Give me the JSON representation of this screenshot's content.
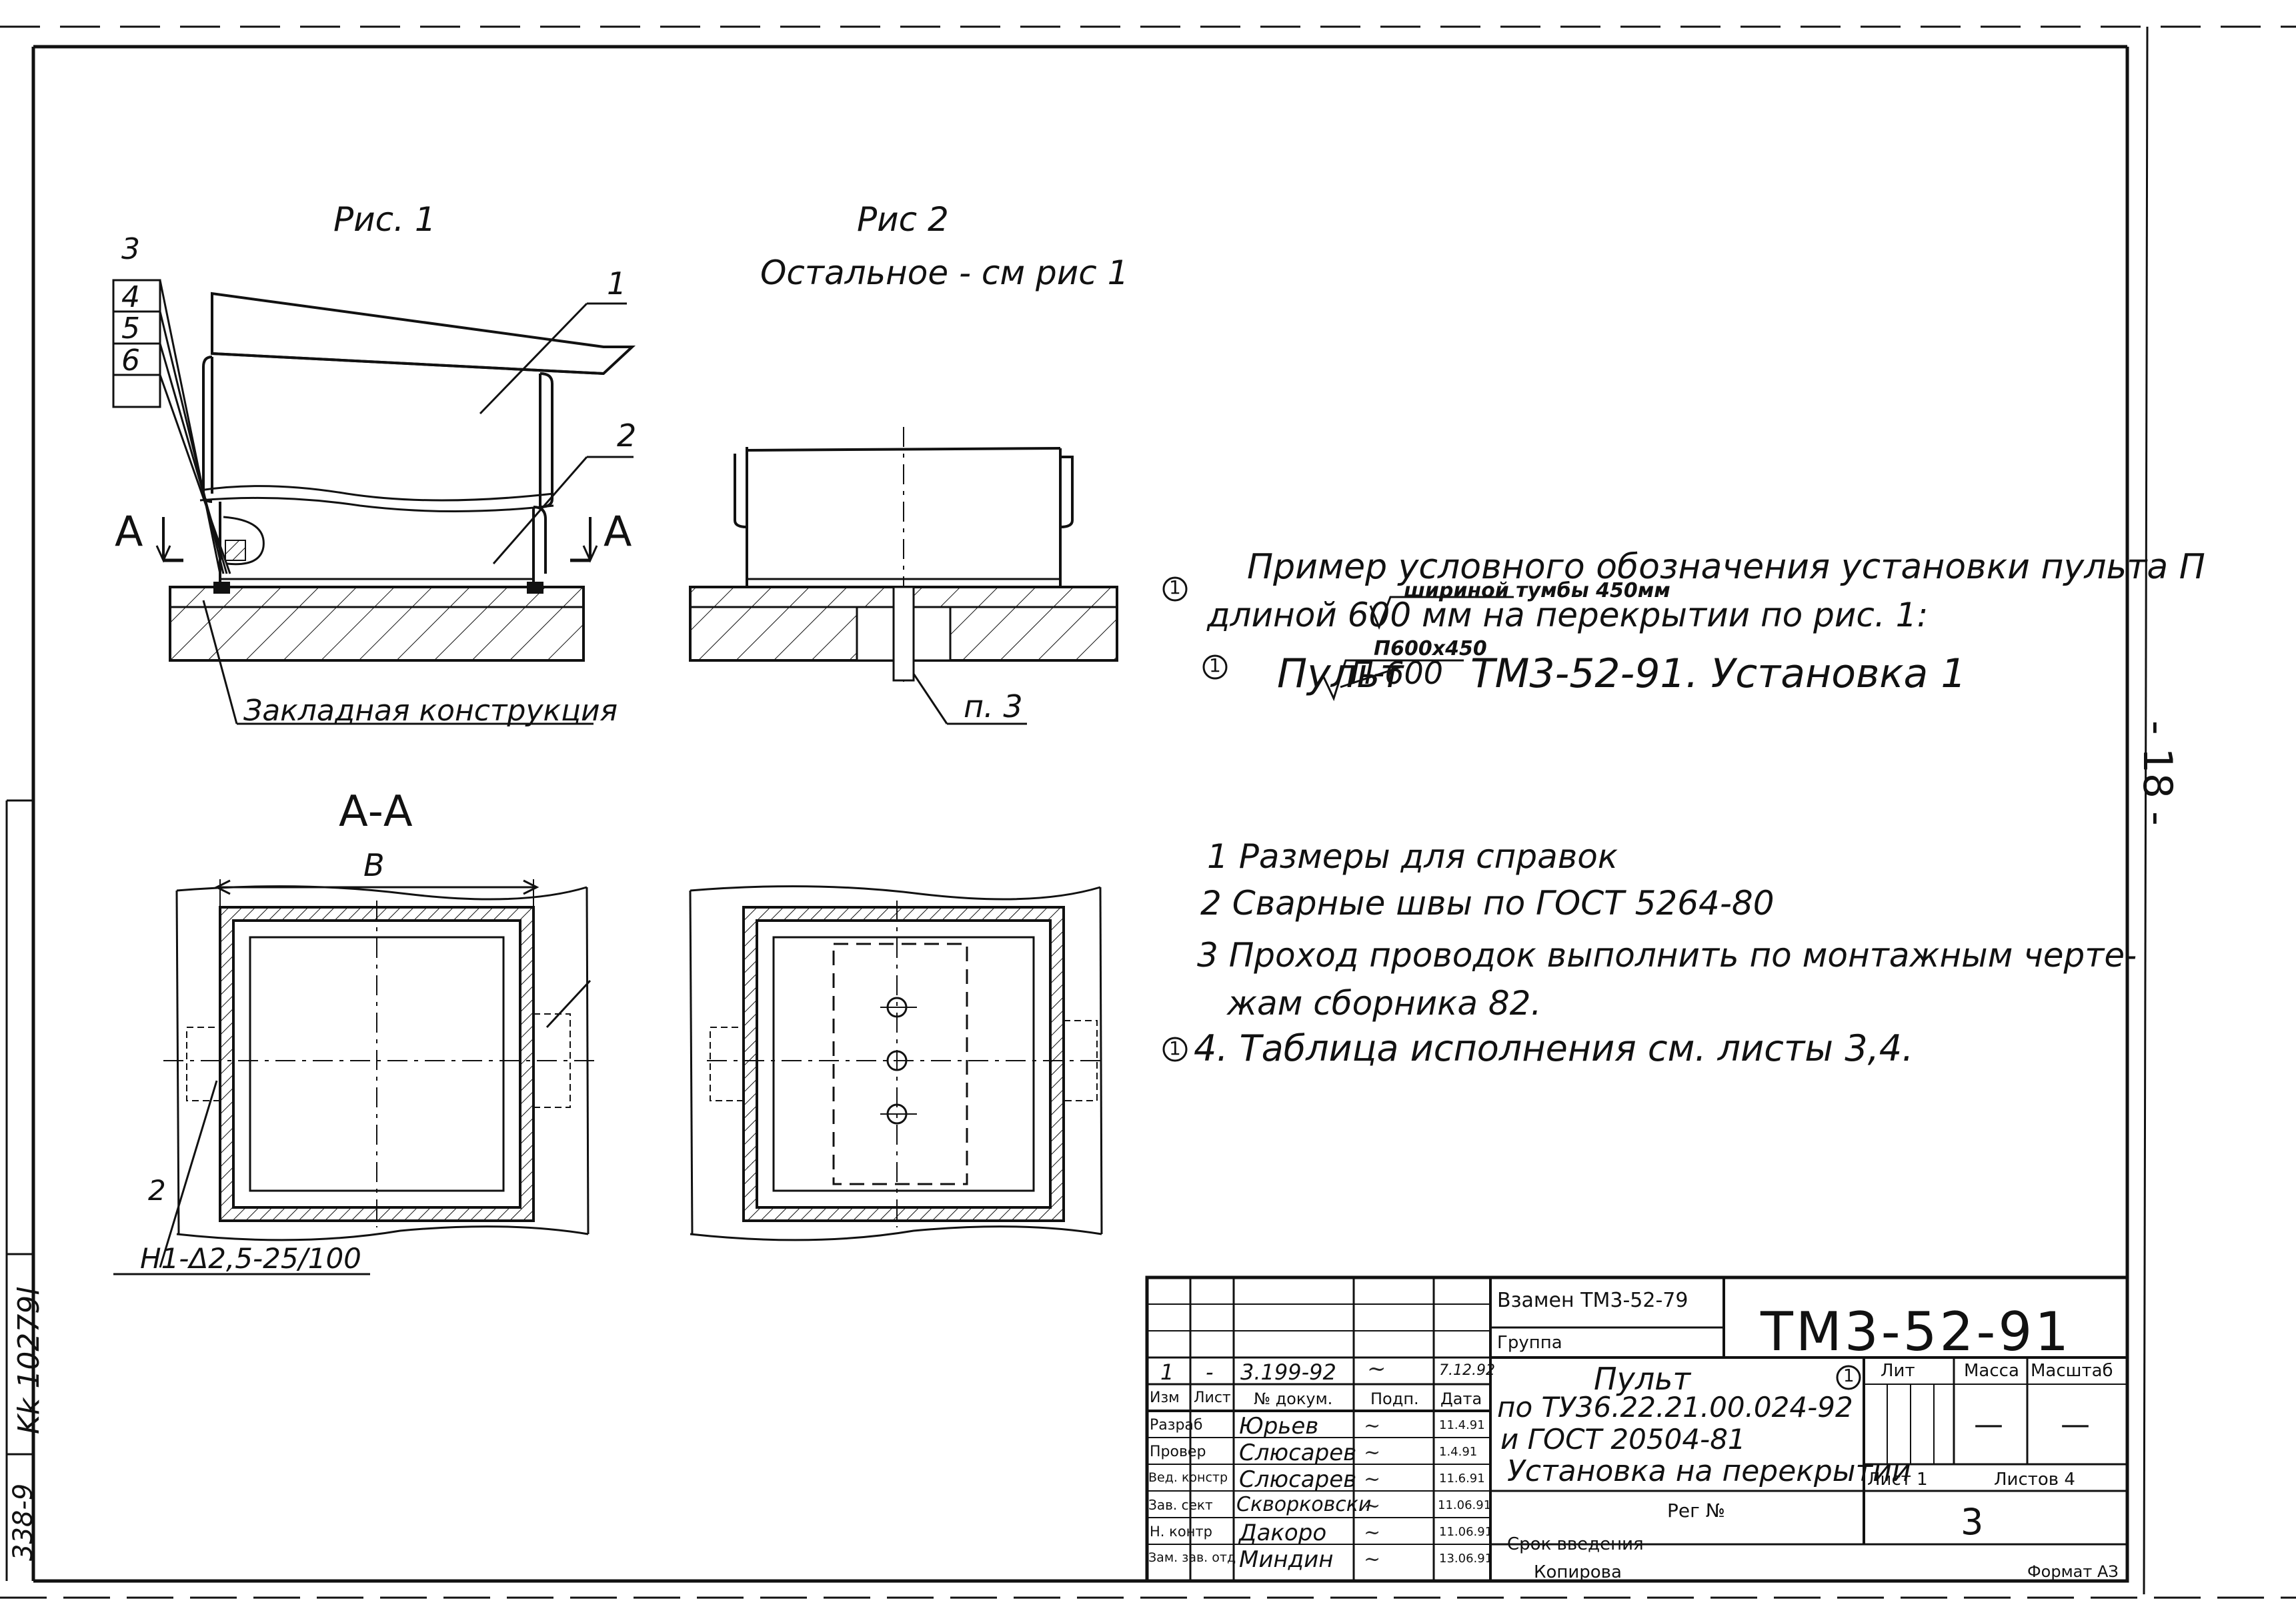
{
  "page_number": "- 18 -",
  "figures": {
    "fig1_title": "Рис. 1",
    "fig2_title": "Рис 2",
    "fig2_note": "Остальное - см рис 1",
    "stack_labels": [
      "3",
      "4",
      "5",
      "6"
    ],
    "fig1_leaders": [
      "1",
      "2"
    ],
    "section_mark_left": "А",
    "section_mark_right": "А",
    "fig1_embedded_label": "Закладная конструкция",
    "fig2_leader": "п. 3",
    "section_title": "А-А",
    "section_width": "В",
    "section_weld_leader": "2",
    "weld_note": "Н1-Δ2,5-25/100"
  },
  "designation": {
    "revision_mark": "1",
    "line1": "Пример условного обозначения установки пульта П",
    "line1_insert": "шириной тумбы 450мм",
    "line2": "длиной 600 мм на перекрытии по рис. 1:",
    "example_insert": "П600х450",
    "example_struck": "П-600",
    "example": "Пульт П-600 ТМ3-52-91. Установка 1",
    "example_head": "Пульт",
    "example_tail": "ТМ3-52-91. Установка 1"
  },
  "notes": [
    "1 Размеры для справок",
    "2 Сварные швы по ГОСТ 5264-80",
    "3 Проход проводок выполнить по монтажным черте-",
    "жам сборника 82.",
    "4. Таблица исполнения см. листы 3,4."
  ],
  "left_margin": {
    "stamp_vertical": "Kk 10279l",
    "album_number": "338-9"
  },
  "title_block": {
    "replaces": "Взамен ТМ3-52-79",
    "group": "Группа",
    "doc_code": "ТМ3-52-91",
    "title_lines": [
      "Пульт",
      "по ТУ36.22.21.00.024-92",
      "и ГОСТ 20504-81",
      "Установка на перекрытии"
    ],
    "revision_circle": "1",
    "reg_label": "Рег №",
    "intro_label": "Срок введения",
    "copy_label": "Копирова",
    "stage_label": "Лит",
    "mass_label": "Масса",
    "scale_label": "Масштаб",
    "mass_value": "—",
    "scale_value": "—",
    "sheet_label": "Лист 1",
    "sheets_label": "Листов 4",
    "sheet_number": "3",
    "format_mark": "Формат АЗ",
    "change_row": [
      "1",
      "-",
      "3.199-92",
      "",
      "7.12.92"
    ],
    "column_headers": [
      "Изм",
      "Лист",
      "№ докум.",
      "Подп.",
      "Дата"
    ],
    "staff": [
      {
        "role": "Разраб",
        "name": "Юрьев",
        "date": "11.4.91"
      },
      {
        "role": "Провер",
        "name": "Слюсарев",
        "date": "1.4.91"
      },
      {
        "role": "Вед. констр",
        "name": "Слюсарев",
        "date": "11.6.91"
      },
      {
        "role": "Зав. сект",
        "name": "Скворковски",
        "date": "11.06.91"
      },
      {
        "role": "Н. контр",
        "name": "Дакоро",
        "date": "11.06.91"
      },
      {
        "role": "Зам. зав. отд",
        "name": "Миндин",
        "date": "13.06.91"
      }
    ]
  }
}
